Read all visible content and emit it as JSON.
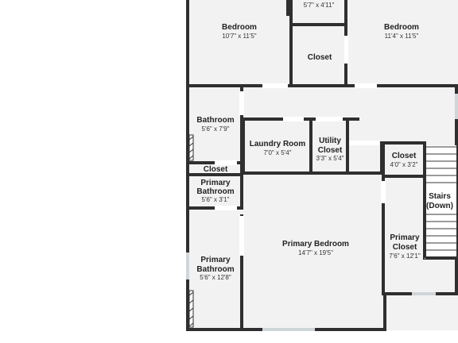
{
  "rooms": {
    "top_hall": {
      "name": "",
      "dims": "5'7\" x 4'11\""
    },
    "bedroom_left": {
      "name": "Bedroom",
      "dims": "10'7\" x 11'5\""
    },
    "bedroom_right": {
      "name": "Bedroom",
      "dims": "11'4\" x 11'5\""
    },
    "closet_top": {
      "name": "Closet",
      "dims": ""
    },
    "bathroom": {
      "name": "Bathroom",
      "dims": "5'6\" x 7'9\""
    },
    "laundry": {
      "name": "Laundry Room",
      "dims": "7'0\" x 5'4\""
    },
    "utility": {
      "name_line1": "Utility",
      "name_line2": "Closet",
      "dims": "3'3\" x 5'4\""
    },
    "closet_right": {
      "name": "Closet",
      "dims": "4'0\" x 3'2\""
    },
    "closet_left": {
      "name": "Closet",
      "dims": ""
    },
    "primary_bath_small": {
      "name_line1": "Primary",
      "name_line2": "Bathroom",
      "dims": "5'6\" x 3'1\""
    },
    "stairs": {
      "name_line1": "Stairs",
      "name_line2": "(Down)"
    },
    "primary_bedroom": {
      "name": "Primary Bedroom",
      "dims": "14'7\" x 19'5\""
    },
    "primary_closet": {
      "name_line1": "Primary",
      "name_line2": "Closet",
      "dims": "7'6\" x 12'1\""
    },
    "primary_bath_large": {
      "name_line1": "Primary",
      "name_line2": "Bathroom",
      "dims": "5'6\" x 12'8\""
    }
  },
  "colors": {
    "wall": "#2f2f2f",
    "floor": "#f2f2f2",
    "window": "#cfd6da",
    "background": "#ffffff"
  }
}
